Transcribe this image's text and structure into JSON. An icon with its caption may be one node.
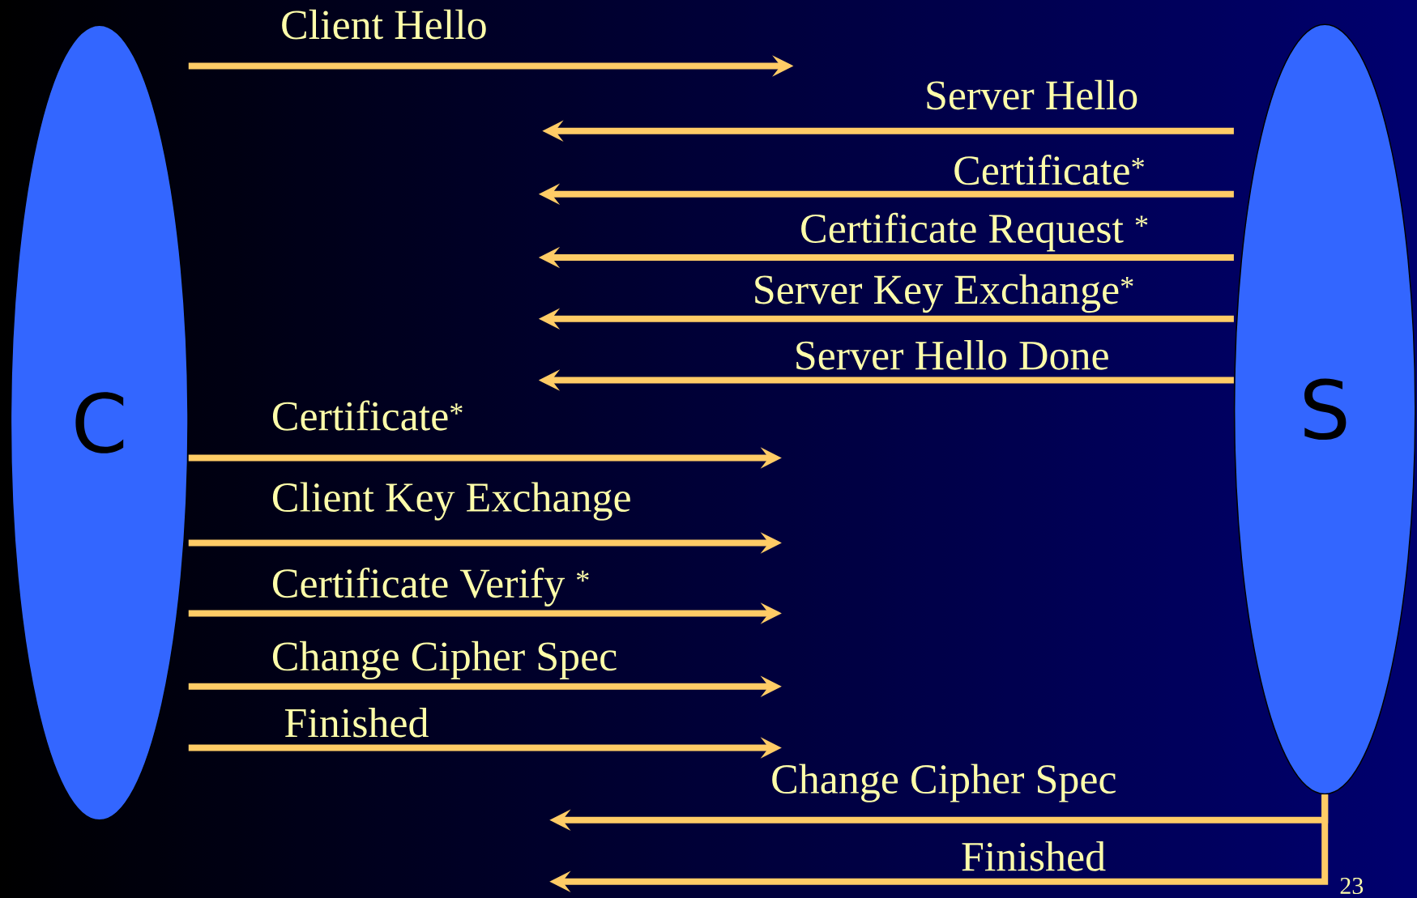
{
  "diagram": {
    "nodes": [
      {
        "text": [
          "C"
        ]
      },
      {
        "text": [
          "S"
        ]
      }
    ],
    "edges": [
      {
        "from": 0,
        "to": null,
        "arrow": "to",
        "label": "Client Hello"
      },
      {
        "from": 1,
        "to": null,
        "arrow": "to",
        "label": "Server Hello"
      },
      {
        "from": 1,
        "to": null,
        "arrow": "to",
        "label": "Certificate$^{*}$"
      },
      {
        "from": 1,
        "to": null,
        "arrow": "to",
        "label": "Certificate Request $^{*}$"
      },
      {
        "from": 1,
        "to": null,
        "arrow": "to",
        "label": "Server Key Exchange$^{*}$"
      },
      {
        "from": 1,
        "to": null,
        "arrow": "to",
        "label": "Server Hello Done"
      },
      {
        "from": 0,
        "to": null,
        "arrow": "to",
        "label": "Certificate$^{*}$"
      },
      {
        "from": 0,
        "to": null,
        "arrow": "to",
        "label": "Client Key Exchange"
      },
      {
        "from": 0,
        "to": null,
        "arrow": "to",
        "label": "Certificate Verify  $^{*}$"
      },
      {
        "from": 0,
        "to": null,
        "arrow": "to",
        "label": "Change Cipher Spec"
      },
      {
        "from": 0,
        "to": null,
        "arrow": "to",
        "label": "Finished"
      },
      {
        "from": 1,
        "to": null,
        "arrow": "to",
        "label": "Change Cipher Spec"
      },
      {
        "from": 1,
        "to": null,
        "arrow": "to",
        "label": "Finished"
      }
    ],
    "labels": [
      "23"
    ]
  }
}
